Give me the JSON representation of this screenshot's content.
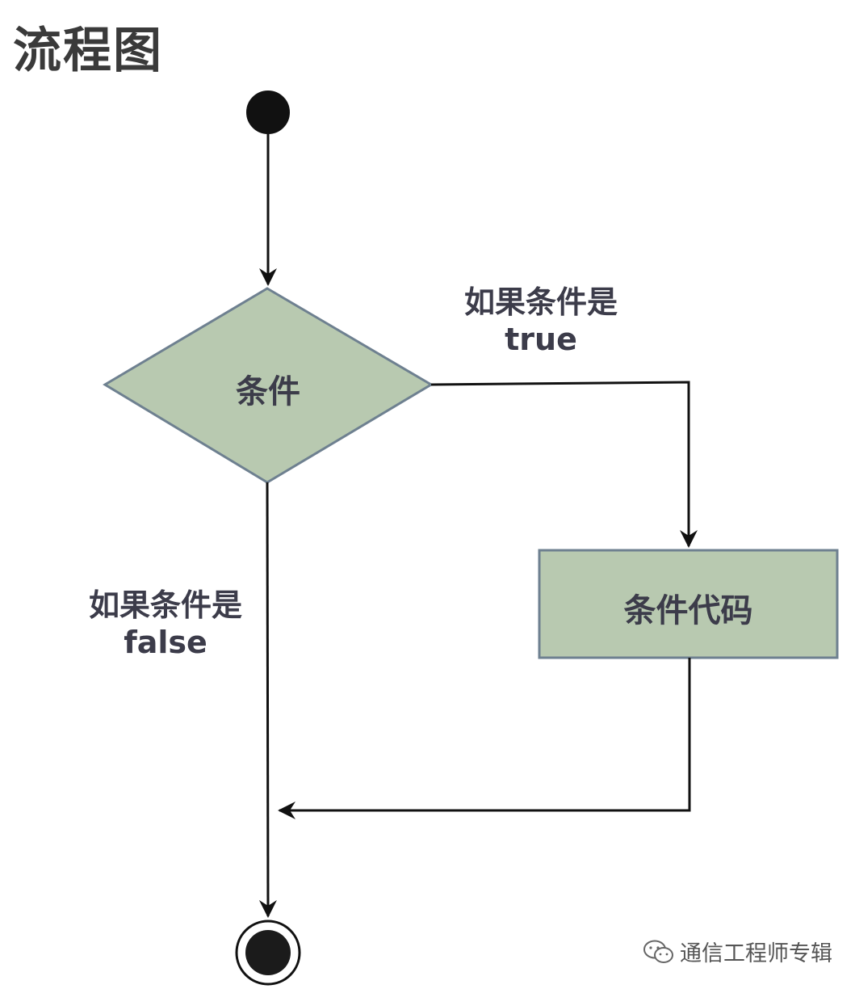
{
  "title": "流程图",
  "nodes": {
    "condition": {
      "label": "条件"
    },
    "code": {
      "label": "条件代码"
    }
  },
  "edges": {
    "true_label": {
      "line1": "如果条件是",
      "line2": "true"
    },
    "false_label": {
      "line1": "如果条件是",
      "line2": "false"
    }
  },
  "watermark": {
    "text": "通信工程师专辑"
  },
  "colors": {
    "node_fill": "#b8c9b0",
    "node_stroke": "#6e8090",
    "line": "#111111",
    "text": "#3c3c4a"
  }
}
